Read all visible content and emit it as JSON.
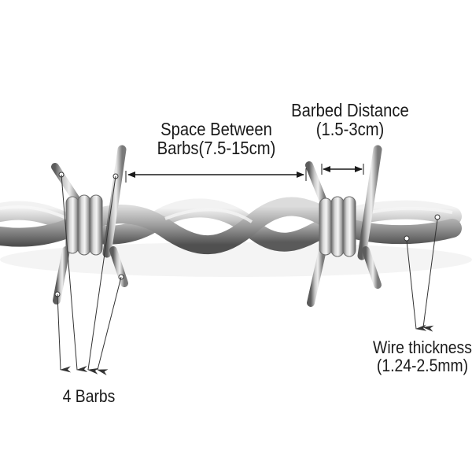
{
  "diagram": {
    "subject": "Barbed wire",
    "colors": {
      "background": "#ffffff",
      "wire_light": "#e6e6e6",
      "wire_mid": "#a8a8a8",
      "wire_dark": "#4a4a4a",
      "annotation": "#2a2a2a",
      "text": "#1a1a1a"
    },
    "annotations": {
      "space_between": {
        "line1": "Space Between",
        "line2": "Barbs(7.5-15cm)"
      },
      "barbed_distance": {
        "line1": "Barbed Distance",
        "line2": "(1.5-3cm)"
      },
      "wire_thickness": {
        "line1": "Wire thickness",
        "line2": "(1.24-2.5mm)"
      },
      "barbs": {
        "line1": "4 Barbs"
      }
    }
  }
}
